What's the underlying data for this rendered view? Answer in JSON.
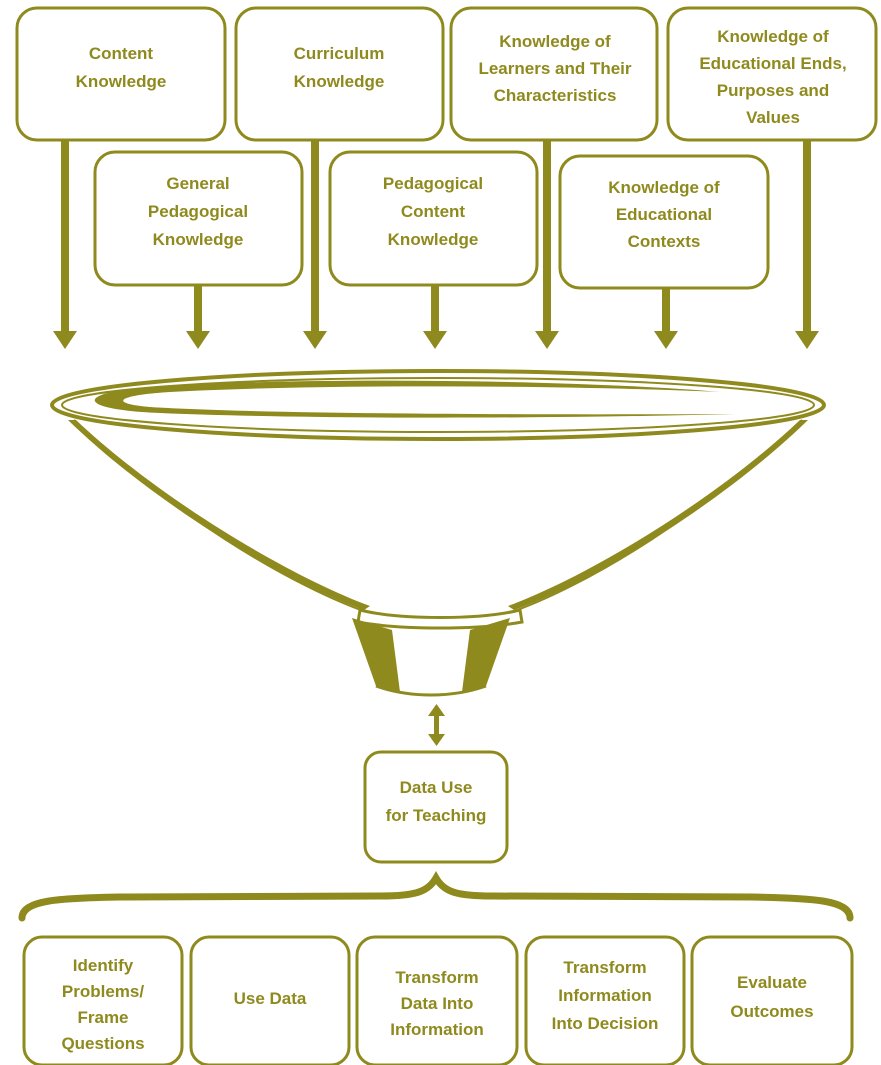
{
  "colors": {
    "stroke": "#8f8a1e",
    "text": "#8f8a1e",
    "background": "#ffffff"
  },
  "knowledge_top": [
    {
      "id": "content-knowledge",
      "lines": [
        "Content",
        "Knowledge"
      ]
    },
    {
      "id": "curriculum-knowledge",
      "lines": [
        "Curriculum",
        "Knowledge"
      ]
    },
    {
      "id": "knowledge-of-learners",
      "lines": [
        "Knowledge of",
        "Learners and Their",
        "Characteristics"
      ]
    },
    {
      "id": "knowledge-of-ends",
      "lines": [
        "Knowledge of",
        "Educational Ends,",
        "Purposes and",
        "Values"
      ]
    }
  ],
  "knowledge_middle": [
    {
      "id": "general-pedagogical-knowledge",
      "lines": [
        "General",
        "Pedagogical",
        "Knowledge"
      ]
    },
    {
      "id": "pedagogical-content-knowledge",
      "lines": [
        "Pedagogical",
        "Content",
        "Knowledge"
      ]
    },
    {
      "id": "knowledge-of-contexts",
      "lines": [
        "Knowledge of",
        "Educational",
        "Contexts"
      ]
    }
  ],
  "center": {
    "id": "data-use-for-teaching",
    "lines": [
      "Data Use",
      "for Teaching"
    ]
  },
  "steps": [
    {
      "id": "identify-problems",
      "lines": [
        "Identify",
        "Problems/",
        "Frame",
        "Questions"
      ]
    },
    {
      "id": "use-data",
      "lines": [
        "Use Data"
      ]
    },
    {
      "id": "transform-data",
      "lines": [
        "Transform",
        "Data Into",
        "Information"
      ]
    },
    {
      "id": "transform-information",
      "lines": [
        "Transform",
        "Information",
        "Into Decision"
      ]
    },
    {
      "id": "evaluate-outcomes",
      "lines": [
        "Evaluate",
        "Outcomes"
      ]
    }
  ]
}
